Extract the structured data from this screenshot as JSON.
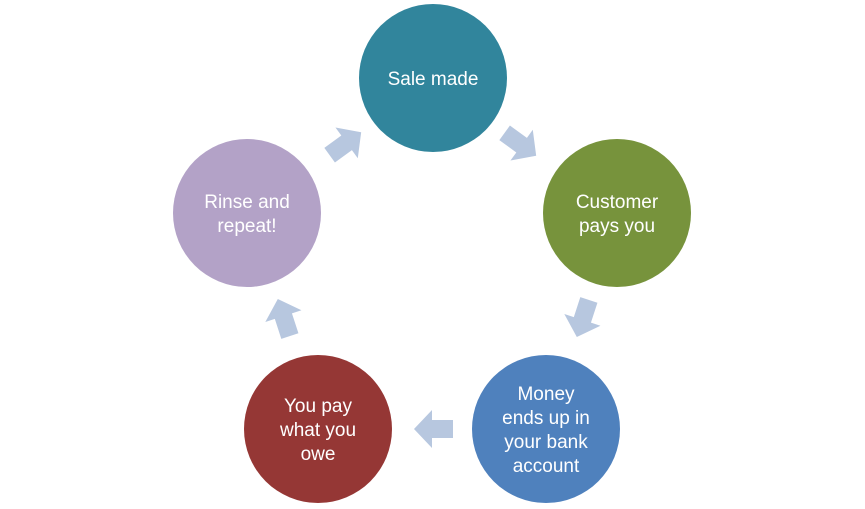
{
  "diagram": {
    "type": "cycle",
    "nodes": [
      {
        "id": "sale-made",
        "lines": [
          "Sale made"
        ],
        "color": "#31859C"
      },
      {
        "id": "customer-pays-you",
        "lines": [
          "Customer",
          "pays you"
        ],
        "color": "#77933C"
      },
      {
        "id": "money-ends-up",
        "lines": [
          "Money",
          "ends up in",
          "your bank",
          "account"
        ],
        "color": "#4F81BD"
      },
      {
        "id": "you-pay-what-you-owe",
        "lines": [
          "You pay",
          "what you",
          "owe"
        ],
        "color": "#953735"
      },
      {
        "id": "rinse-and-repeat",
        "lines": [
          "Rinse and",
          "repeat!"
        ],
        "color": "#B3A2C7"
      }
    ],
    "arrow_color": "#B7C7DF"
  }
}
